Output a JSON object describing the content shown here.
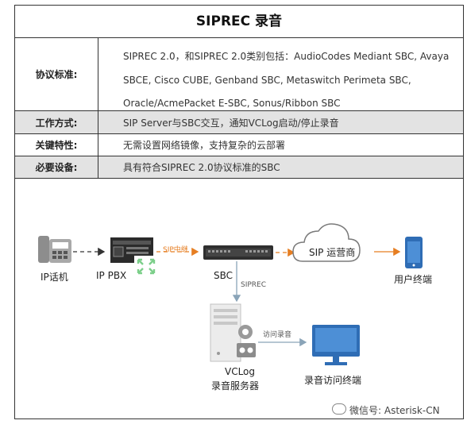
{
  "title": "SIPREC 录音",
  "rows": [
    {
      "label": "协议标准:",
      "lines": [
        "SIPREC 2.0，和SIPREC 2.0类别包括：AudioCodes Mediant SBC, Avaya",
        "SBCE, Cisco CUBE, Genband SBC, Metaswitch Perimeta SBC,",
        "Oracle/AcmePacket E-SBC, Sonus/Ribbon SBC"
      ]
    },
    {
      "label": "工作方式:",
      "value": "SIP Server与SBC交互，通知VCLog启动/停止录音"
    },
    {
      "label": "关键特性:",
      "value": "无需设置网络镜像，支持复杂的云部署"
    },
    {
      "label": "必要设备:",
      "value": "具有符合SIPREC 2.0协议标准的SBC"
    }
  ],
  "diagram": {
    "ip_phone": "IP话机",
    "ip_pbx": "IP PBX",
    "sip_trunk": "SIP中继",
    "sbc": "SBC",
    "cloud": "SIP 运营商",
    "user_terminal": "用户终端",
    "siprec": "SIPREC",
    "vclog_line1": "VCLog",
    "vclog_line2": "录音服务器",
    "access_recording": "访问录音",
    "recording_terminal": "录音访问终端"
  },
  "watermark": "微信号: Asterisk-CN",
  "colors": {
    "accent_orange": "#e67e22",
    "icon_blue": "#3b7fc4",
    "icon_grey": "#9a9a9a",
    "row_shade": "#e3e3e3",
    "pbx_green": "#7ccf8a"
  }
}
